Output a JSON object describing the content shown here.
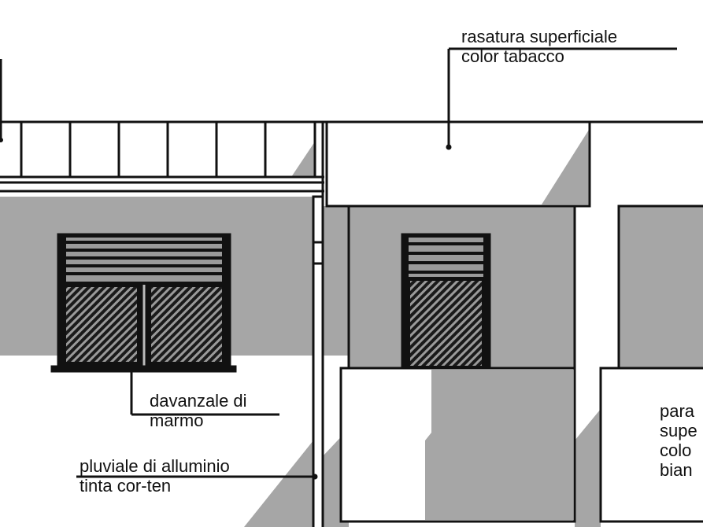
{
  "labels": {
    "rasatura": {
      "line1": "rasatura superficiale",
      "line2": "color tabacco"
    },
    "davanzale": {
      "line1": "davanzale di",
      "line2": "marmo"
    },
    "pluviale": {
      "line1": "pluviale di alluminio",
      "line2": "tinta cor-ten"
    },
    "parapetto": {
      "line1": "para",
      "line2": "supe",
      "line3": "colo",
      "line4": "bian"
    }
  },
  "colors": {
    "wall": "#a6a6a6",
    "line": "#111111",
    "background": "#ffffff"
  }
}
